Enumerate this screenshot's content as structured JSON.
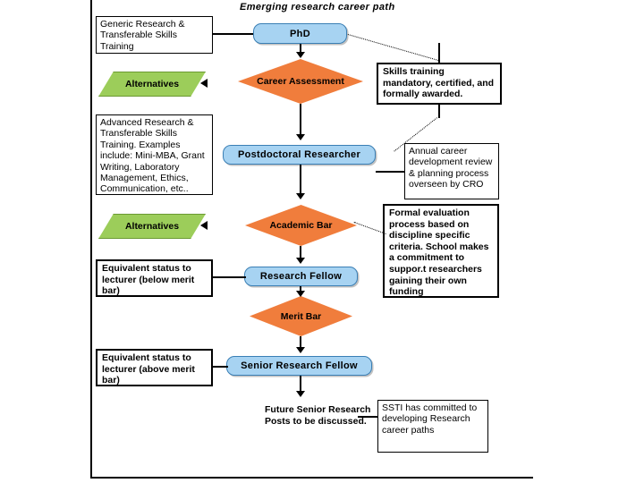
{
  "title": "Emerging research career path",
  "colors": {
    "process_fill": "#a7d3f2",
    "decision_fill": "#f07d3c",
    "alternative_fill": "#9ccd5a",
    "line": "#000000",
    "background": "#ffffff"
  },
  "flow": {
    "nodes": [
      {
        "id": "phd",
        "type": "process",
        "label": "PhD"
      },
      {
        "id": "career",
        "type": "decision",
        "label": "Career Assessment"
      },
      {
        "id": "postdoc",
        "type": "process",
        "label": "Postdoctoral Researcher"
      },
      {
        "id": "academic",
        "type": "decision",
        "label": "Academic Bar"
      },
      {
        "id": "fellow",
        "type": "process",
        "label": "Research Fellow"
      },
      {
        "id": "merit",
        "type": "decision",
        "label": "Merit Bar"
      },
      {
        "id": "senior",
        "type": "process",
        "label": "Senior Research Fellow"
      }
    ],
    "terminal": "Future Senior Research Posts to be discussed."
  },
  "left_notes": [
    {
      "id": "generic",
      "text": "Generic Research & Transferable Skills Training"
    },
    {
      "id": "advanced",
      "text": "Advanced Research & Transferable Skills Training.  Examples include: Mini-MBA, Grant Writing, Laboratory Management, Ethics, Communication, etc.."
    },
    {
      "id": "below-bar",
      "text": "Equivalent status to lecturer (below merit bar)"
    },
    {
      "id": "above-bar",
      "text": "Equivalent status to lecturer (above merit bar)"
    }
  ],
  "alternatives": [
    {
      "id": "alt-1",
      "label": "Alternatives"
    },
    {
      "id": "alt-2",
      "label": "Alternatives"
    }
  ],
  "right_notes": [
    {
      "id": "skills",
      "text": "Skills training mandatory, certified, and formally awarded."
    },
    {
      "id": "annual",
      "text": "Annual career development review & planning process overseen by CRO"
    },
    {
      "id": "formal",
      "text": "Formal evaluation process based on discipline specific criteria. School makes a commitment to suppor.t researchers gaining their own funding"
    },
    {
      "id": "ssti",
      "text": "SSTI has committed to developing Research career paths"
    }
  ]
}
